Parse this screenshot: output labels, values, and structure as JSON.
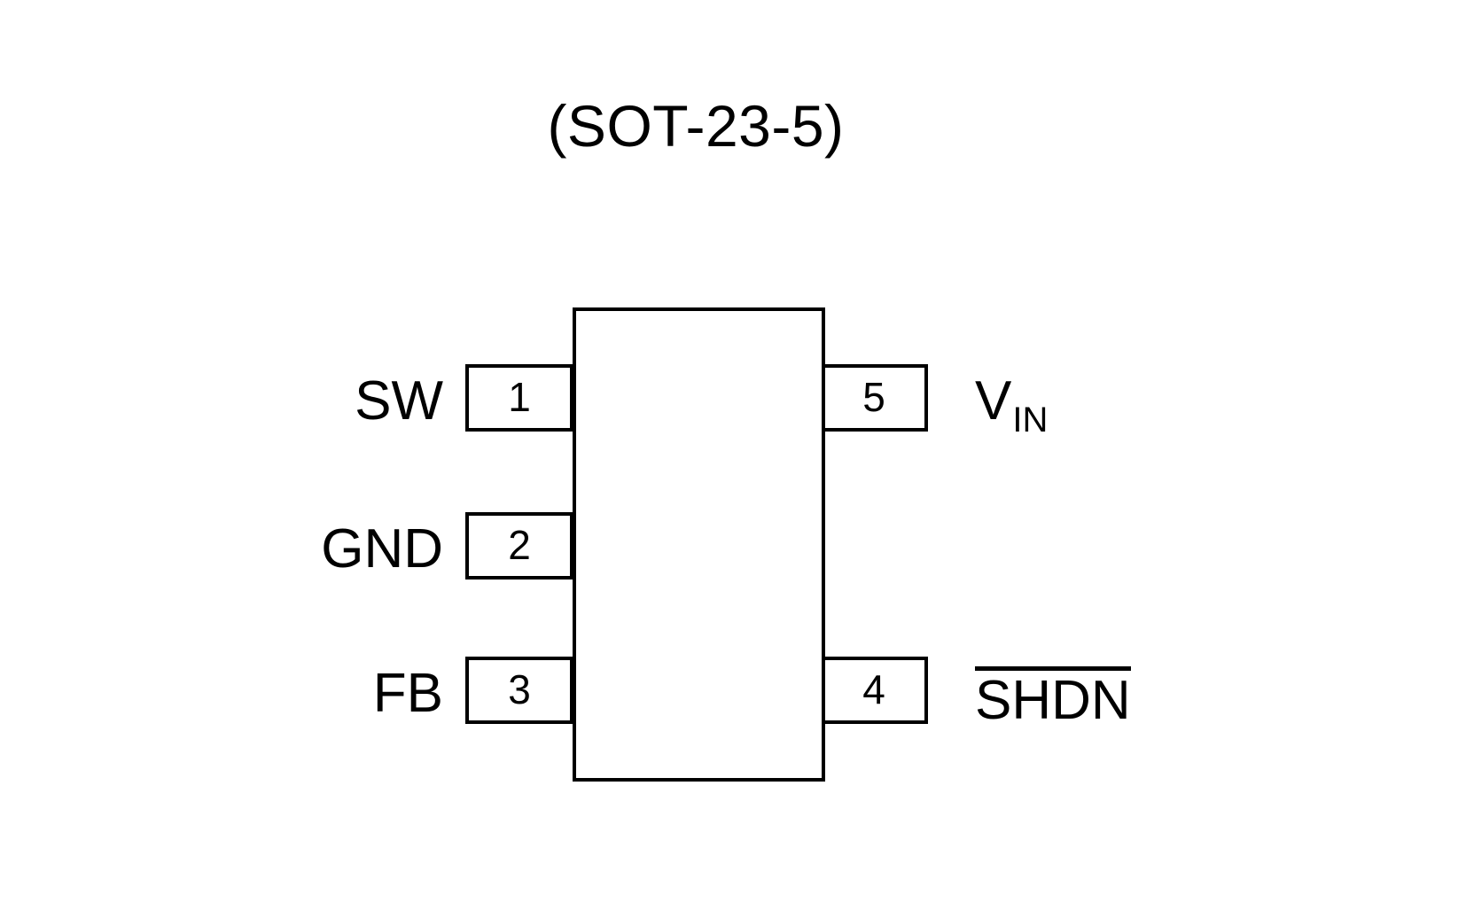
{
  "diagram": {
    "title": "(SOT-23-5)",
    "package_type": "SOT-23-5",
    "type": "ic-pinout-diagram",
    "orientation": "top-view",
    "line_color": "#000000",
    "background_color": "#ffffff",
    "body": {
      "label": "",
      "pin_count": 5
    },
    "pins": [
      {
        "number": "1",
        "name": "SW",
        "side": "left",
        "row": 1,
        "active_low": false
      },
      {
        "number": "2",
        "name": "GND",
        "side": "left",
        "row": 2,
        "active_low": false
      },
      {
        "number": "3",
        "name": "FB",
        "side": "left",
        "row": 3,
        "active_low": false
      },
      {
        "number": "4",
        "name": "SHDN",
        "side": "right",
        "row": 3,
        "active_low": true
      },
      {
        "number": "5",
        "name": "V",
        "name_subscript": "IN",
        "side": "right",
        "row": 1,
        "active_low": false
      }
    ]
  }
}
